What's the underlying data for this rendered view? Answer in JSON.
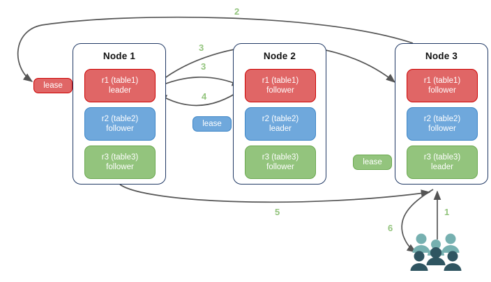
{
  "diagram": {
    "title": "lease-transfer-sequence",
    "colors": {
      "red_fill": "#e06666",
      "red_stroke": "#cc0000",
      "blue_fill": "#6fa8dc",
      "blue_stroke": "#3d85c6",
      "green_fill": "#93c47d",
      "green_stroke": "#6aa84f",
      "node_border": "#1f3864",
      "arrow": "#555555",
      "step_number": "#93c47d",
      "people_light": "#76b0b0",
      "people_dark": "#2f5561"
    },
    "nodes": [
      {
        "title": "Node 1",
        "replicas": [
          {
            "name": "r1 (table1)",
            "role": "leader",
            "color": "red"
          },
          {
            "name": "r2 (table2)",
            "role": "follower",
            "color": "blue"
          },
          {
            "name": "r3 (table3)",
            "role": "follower",
            "color": "green"
          }
        ]
      },
      {
        "title": "Node 2",
        "replicas": [
          {
            "name": "r1 (table1)",
            "role": "follower",
            "color": "red"
          },
          {
            "name": "r2 (table2)",
            "role": "leader",
            "color": "blue"
          },
          {
            "name": "r3 (table3)",
            "role": "follower",
            "color": "green"
          }
        ]
      },
      {
        "title": "Node 3",
        "replicas": [
          {
            "name": "r1 (table1)",
            "role": "follower",
            "color": "red"
          },
          {
            "name": "r2 (table2)",
            "role": "follower",
            "color": "blue"
          },
          {
            "name": "r3 (table3)",
            "role": "leader",
            "color": "green"
          }
        ]
      }
    ],
    "leases": [
      {
        "label": "lease",
        "color": "red"
      },
      {
        "label": "lease",
        "color": "blue"
      },
      {
        "label": "lease",
        "color": "green"
      }
    ],
    "steps": [
      {
        "number": "1"
      },
      {
        "number": "2"
      },
      {
        "number": "3"
      },
      {
        "number": "3"
      },
      {
        "number": "4"
      },
      {
        "number": "5"
      },
      {
        "number": "6"
      }
    ],
    "people_icon": "users-group-icon"
  }
}
